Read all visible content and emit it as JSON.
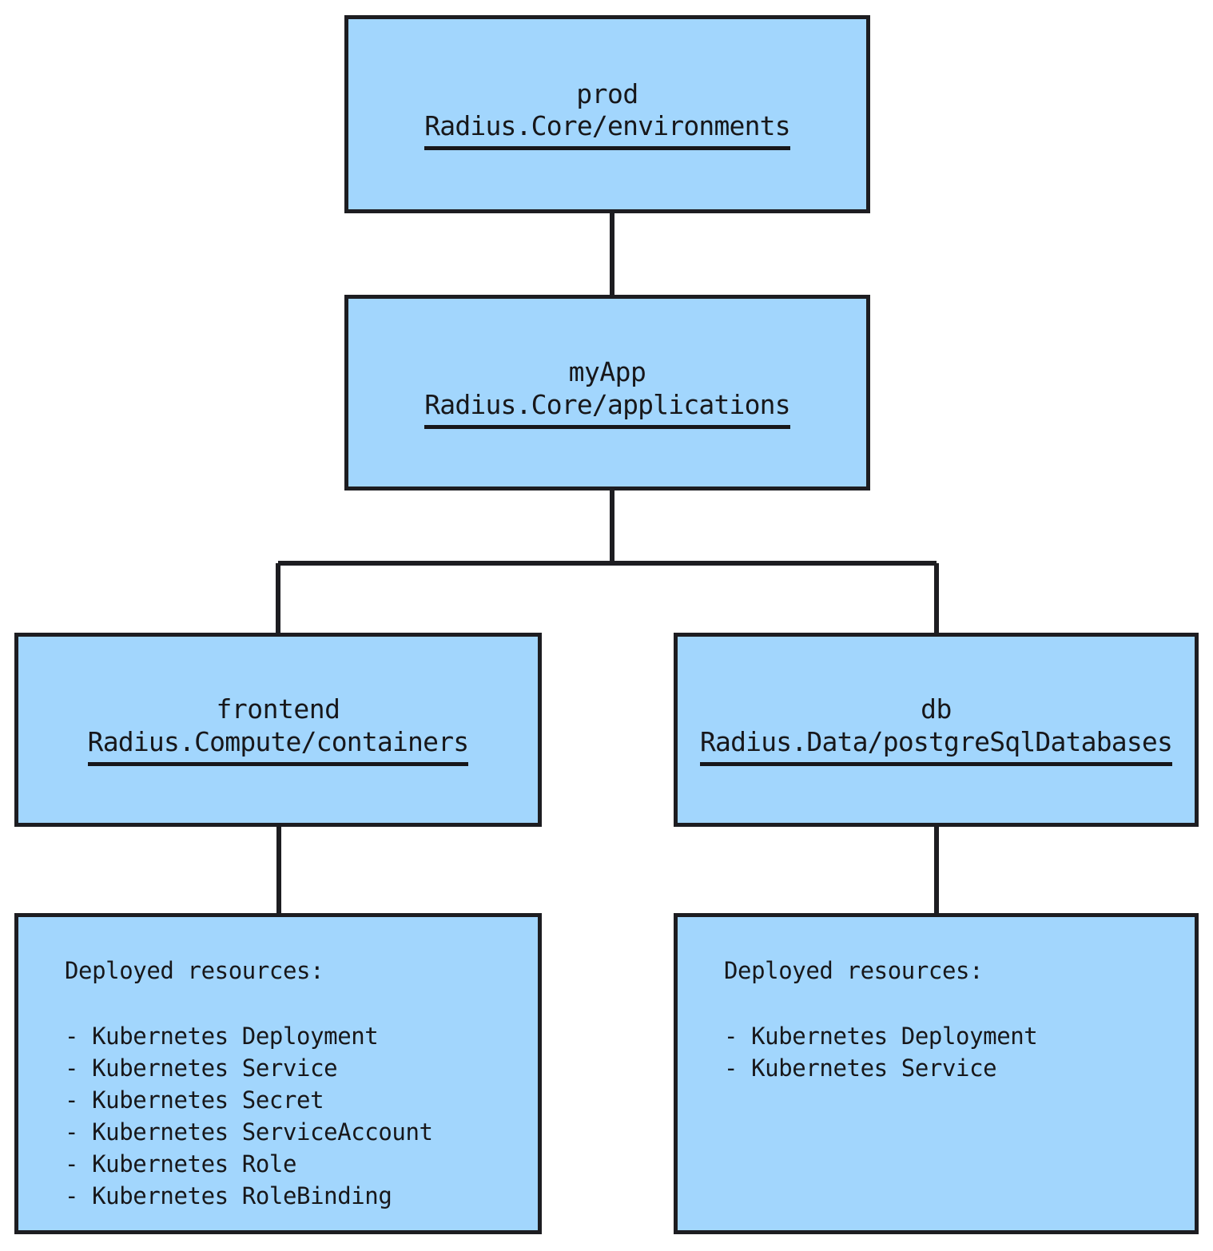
{
  "diagram": {
    "kind": "application-graph",
    "background_color": "#ffffff",
    "node_fill_color": "#a2d6fd",
    "node_border_color": "#1d1d21",
    "edge_color": "#1d1d21",
    "text_color": "#17171a"
  },
  "nodes": {
    "environment": {
      "name": "prod",
      "type": "Radius.Core/environments"
    },
    "application": {
      "name": "myApp",
      "type": "Radius.Core/applications"
    },
    "container": {
      "name": "frontend",
      "type": "Radius.Compute/containers"
    },
    "database": {
      "name": "db",
      "type": "Radius.Data/postgreSqlDatabases"
    },
    "container_resources": {
      "heading": "Deployed resources:",
      "items": [
        "- Kubernetes Deployment",
        "- Kubernetes Service",
        "- Kubernetes Secret",
        "- Kubernetes ServiceAccount",
        "- Kubernetes Role",
        "- Kubernetes RoleBinding"
      ]
    },
    "database_resources": {
      "heading": "Deployed resources:",
      "items": [
        "- Kubernetes Deployment",
        "- Kubernetes Service"
      ]
    }
  }
}
